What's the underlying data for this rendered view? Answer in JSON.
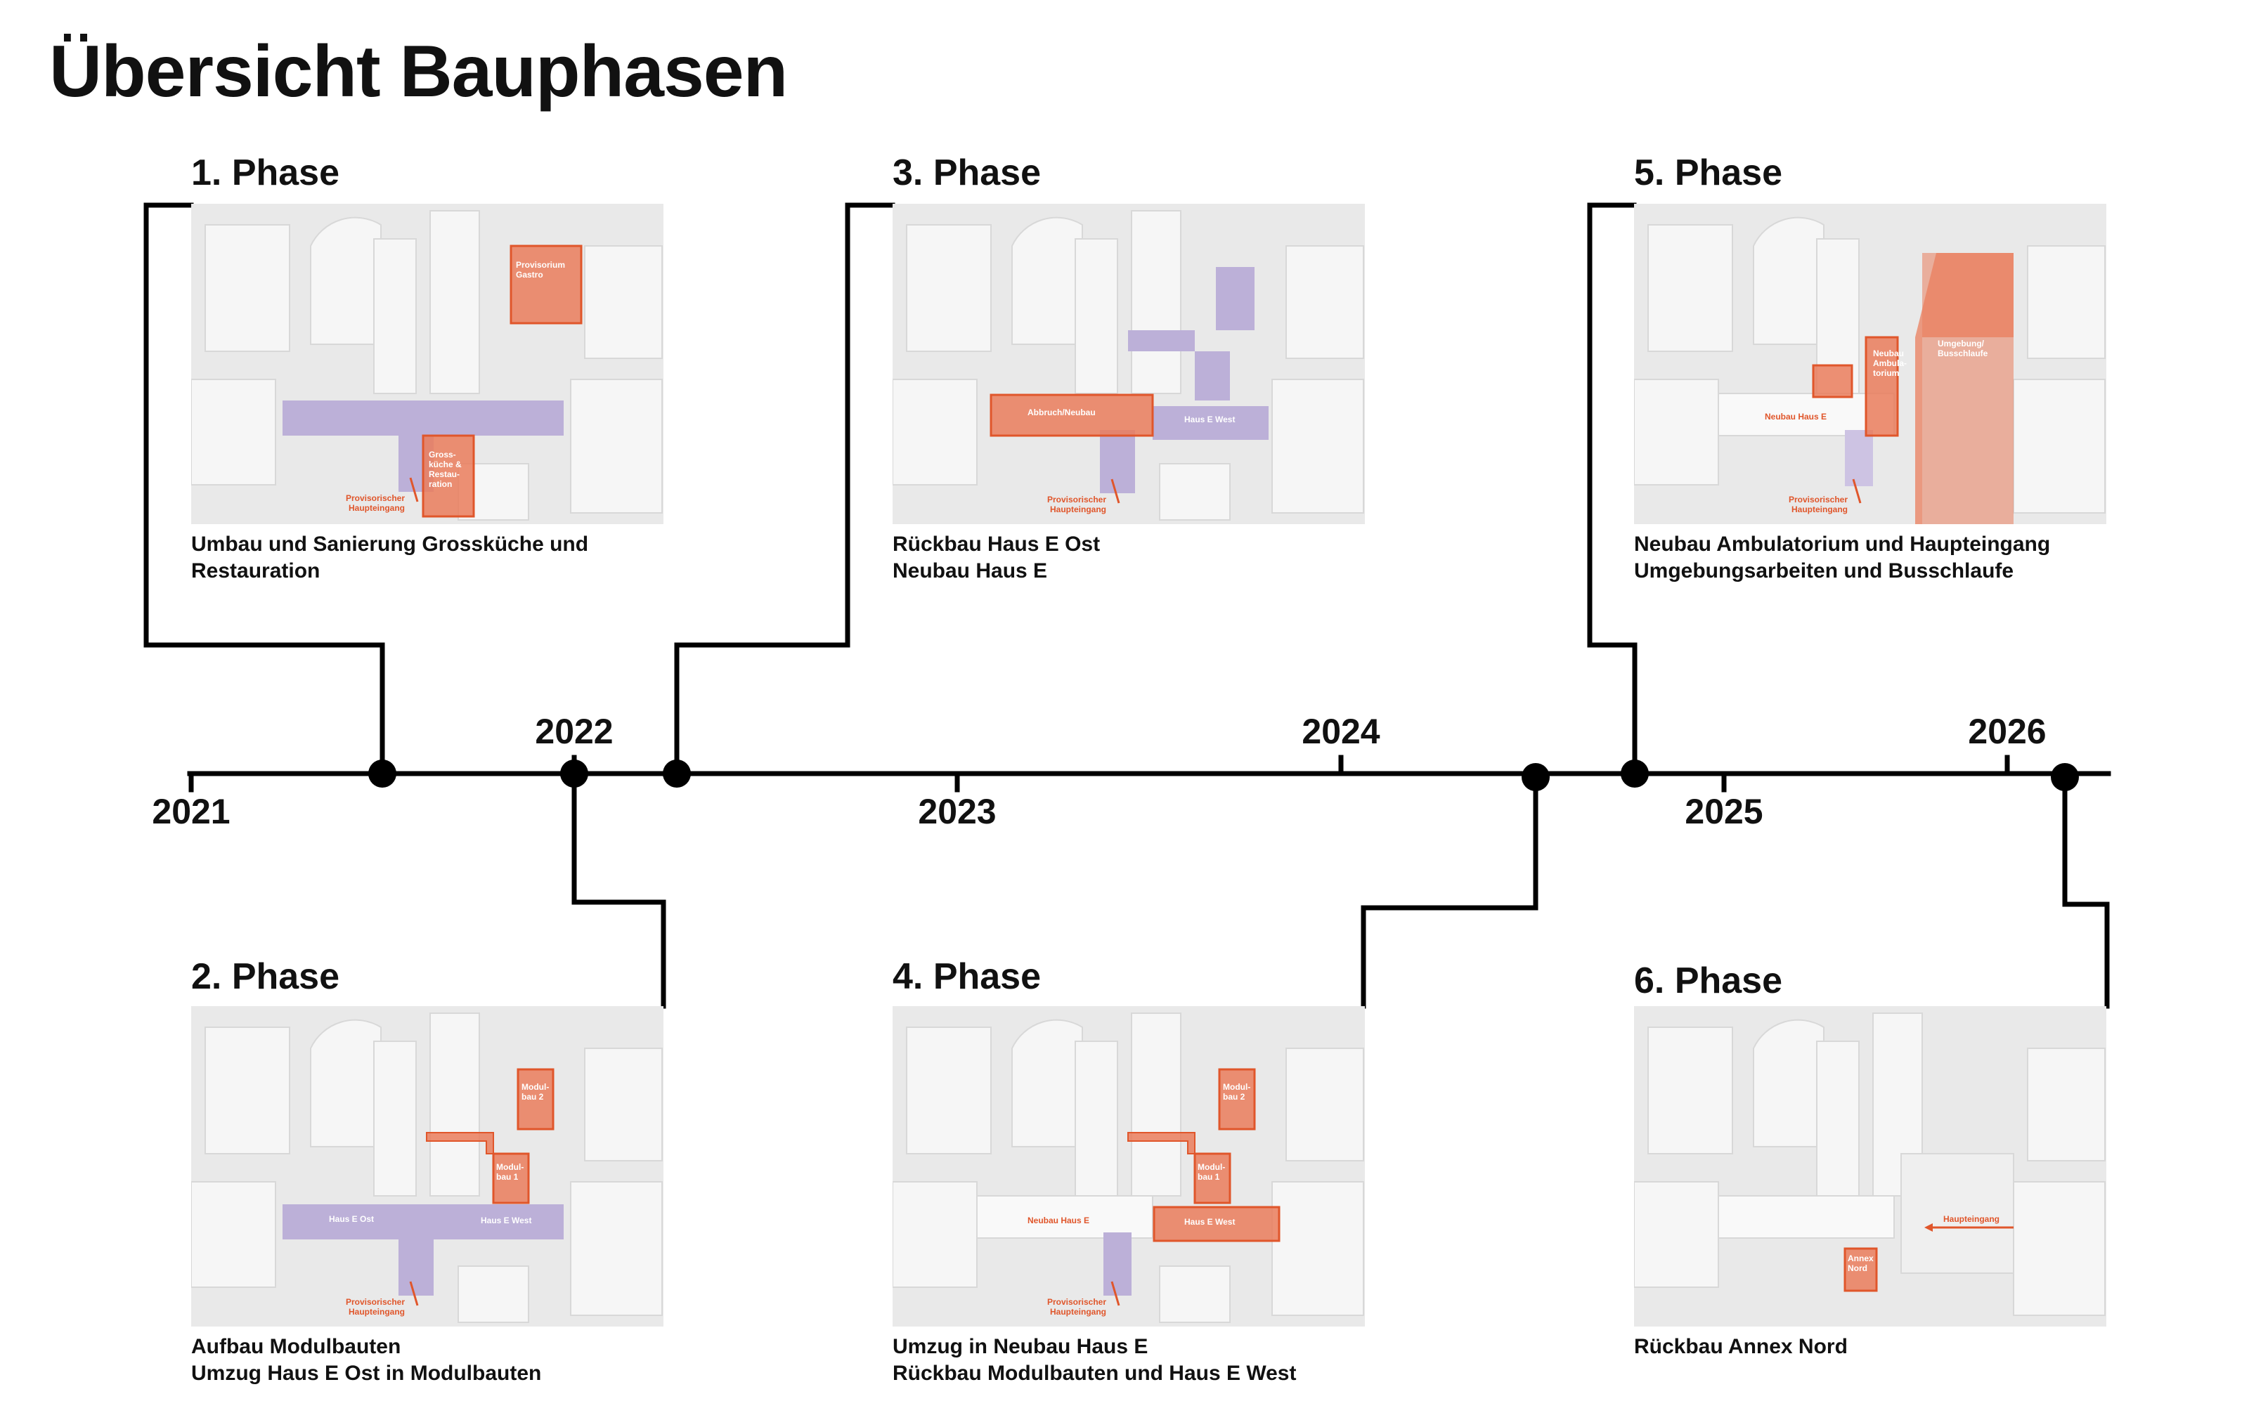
{
  "title": "Übersicht Bauphasen",
  "years": [
    "2021",
    "2022",
    "2023",
    "2024",
    "2025",
    "2026"
  ],
  "colors": {
    "accent": "#e0562b",
    "lilac": "#b8a9d6",
    "line": "#000000"
  },
  "phases": [
    {
      "title": "1. Phase",
      "caption": [
        "Umbau und Sanierung Grossküche und",
        "Restauration"
      ],
      "labels": {
        "gastro": "Provisorium Gastro",
        "gross": "Gross-küche & Restau-ration",
        "haupt": "Provisorischer Haupteingang"
      }
    },
    {
      "title": "2. Phase",
      "caption": [
        "Aufbau Modulbauten",
        "Umzug Haus E Ost in Modulbauten"
      ],
      "labels": {
        "modul2": "Modul-bau 2",
        "modul1": "Modul-bau 1",
        "ost": "Haus E Ost",
        "west": "Haus E West",
        "haupt": "Provisorischer Haupteingang"
      }
    },
    {
      "title": "3. Phase",
      "caption": [
        "Rückbau Haus E Ost",
        "Neubau Haus E"
      ],
      "labels": {
        "abbruch": "Abbruch/Neubau",
        "west": "Haus E West",
        "haupt": "Provisorischer Haupteingang"
      }
    },
    {
      "title": "4. Phase",
      "caption": [
        "Umzug in Neubau Haus E",
        "Rückbau Modulbauten und Haus E West"
      ],
      "labels": {
        "modul2": "Modul-bau 2",
        "modul1": "Modul-bau 1",
        "neubau": "Neubau Haus E",
        "west": "Haus E West",
        "haupt": "Provisorischer Haupteingang"
      }
    },
    {
      "title": "5. Phase",
      "caption": [
        "Neubau Ambulatorium und Haupteingang",
        "Umgebungsarbeiten und Busschlaufe"
      ],
      "labels": {
        "ambu": "Neubau Ambula-torium",
        "umg": "Umgebung/ Busschlaufe",
        "neubau": "Neubau Haus E",
        "haupt": "Provisorischer Haupteingang"
      }
    },
    {
      "title": "6. Phase",
      "caption": [
        "Rückbau Annex Nord"
      ],
      "labels": {
        "annex": "Annex Nord",
        "haupt": "Haupteingang"
      }
    }
  ]
}
